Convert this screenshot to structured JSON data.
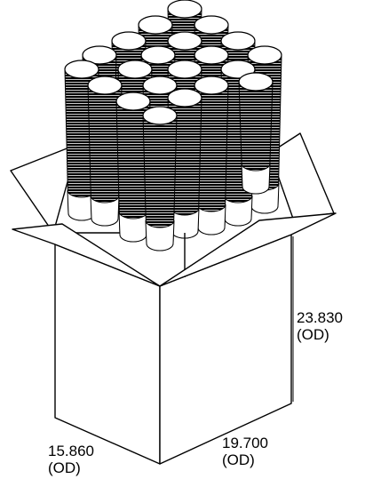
{
  "figure": {
    "subject": "open shipping carton filled with 22 nested stacks of paper cups, top down"
  },
  "dimensions": {
    "height": {
      "value": "23.830",
      "qualifier": "(OD)"
    },
    "depth": {
      "value": "15.860",
      "qualifier": "(OD)"
    },
    "width": {
      "value": "19.700",
      "qualifier": "(OD)"
    }
  },
  "cups": {
    "stack_count": 22
  },
  "colors": {
    "line": "#000000",
    "fill": "#ffffff"
  }
}
